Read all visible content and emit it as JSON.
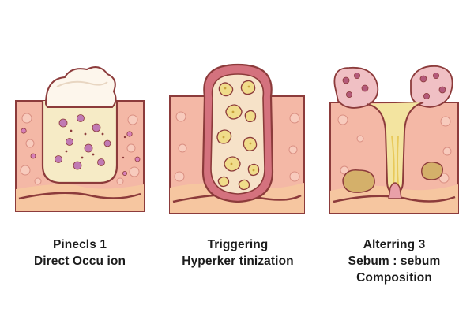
{
  "panels": [
    {
      "caption": [
        "Pinecls 1",
        "Direct Occu ion"
      ]
    },
    {
      "caption": [
        "Triggering",
        "Hyperker tinization"
      ]
    },
    {
      "caption": [
        "Alterring 3",
        "Sebum : sebum",
        "Composition"
      ]
    }
  ],
  "colors": {
    "skin": "#f4b8a6",
    "skin_light": "#f8cbbd",
    "base": "#f6c6a0",
    "outline": "#8c3b3b",
    "sebum": "#f3e4a0",
    "bacteria": "#c07ab4",
    "follicle_wall": "#c85a6e",
    "plug_white": "#fdf6ec"
  }
}
